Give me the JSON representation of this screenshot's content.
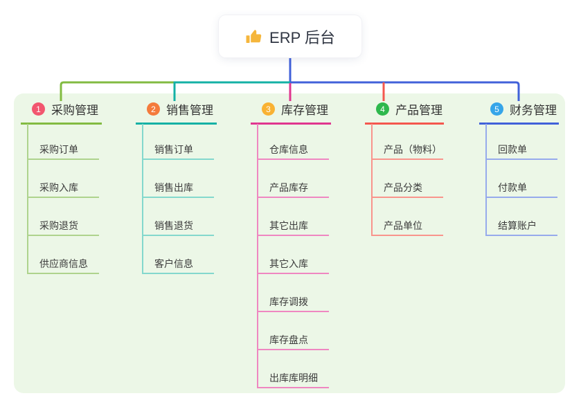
{
  "root": {
    "title": "ERP 后台",
    "icon": "thumbs-up-icon"
  },
  "colors": {
    "page_bg": "#ffffff",
    "panel_bg": "#ecf7e7",
    "root_text": "#2f3542",
    "title_text": "#333333",
    "child_text": "#3b3b3b",
    "stem_blue": "#4b5cd8",
    "thumb_gold": "#f5b63c"
  },
  "branches": [
    {
      "badge": "1",
      "label": "采购管理",
      "badge_color": "#f2566f",
      "line_color": "#82bb41",
      "child_line_color": "#aed38d",
      "children": [
        "采购订单",
        "采购入库",
        "采购退货",
        "供应商信息"
      ]
    },
    {
      "badge": "2",
      "label": "销售管理",
      "badge_color": "#f47b3c",
      "line_color": "#14b1a5",
      "child_line_color": "#83d8cd",
      "children": [
        "销售订单",
        "销售出库",
        "销售退货",
        "客户信息"
      ]
    },
    {
      "badge": "3",
      "label": "库存管理",
      "badge_color": "#f9b233",
      "line_color": "#e0368f",
      "child_line_color": "#ef87c1",
      "children": [
        "仓库信息",
        "产品库存",
        "其它出库",
        "其它入库",
        "库存调拨",
        "库存盘点",
        "出库库明细"
      ]
    },
    {
      "badge": "4",
      "label": "产品管理",
      "badge_color": "#2eb84d",
      "line_color": "#f4574e",
      "child_line_color": "#f9948c",
      "children": [
        "产品（物料）",
        "产品分类",
        "产品单位"
      ]
    },
    {
      "badge": "5",
      "label": "财务管理",
      "badge_color": "#36a5e9",
      "line_color": "#4161d9",
      "child_line_color": "#96aaec",
      "children": [
        "回款单",
        "付款单",
        "结算账户"
      ]
    }
  ]
}
